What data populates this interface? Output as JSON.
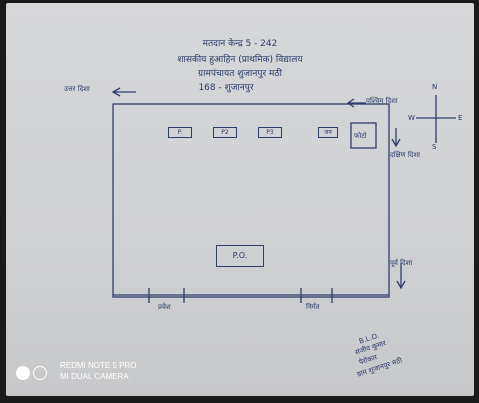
{
  "header": {
    "line1": "मतदान केन्द्र 5 - 242",
    "line2": "शासकीय हुआहिन (प्राथमिक) विद्यालय",
    "line3": "ग्रामपंचायत शुजानपुर मठी",
    "line4": "168 - शुजानपुर"
  },
  "directions": {
    "north_label": "उत्तर दिशा",
    "south_label": "दक्षिण दिशा",
    "east_label": "पूर्व दिशा",
    "west_label": "पश्चिम दिशा",
    "compass": {
      "n": "N",
      "s": "S",
      "e": "E",
      "w": "W"
    }
  },
  "room": {
    "labels": [
      "P.",
      "P2",
      "P3"
    ],
    "po": "P.O.",
    "ja": "जन",
    "corner": "फोटो"
  },
  "entries": {
    "entry": "प्रवेश",
    "exit": "निर्गत"
  },
  "signature_note": {
    "lines": [
      "B.L.O.",
      "संजीव कुमार",
      "पैरोकार",
      "ग्राम शुजानपुर मठी"
    ]
  },
  "camera": {
    "line1": "REDMI NOTE 5 PRO",
    "line2": "MI DUAL CAMERA"
  }
}
